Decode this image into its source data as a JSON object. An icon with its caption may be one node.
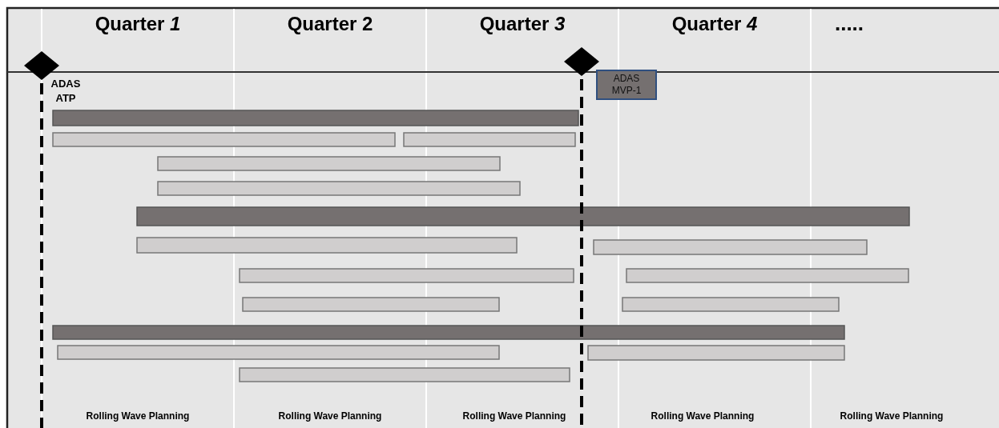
{
  "diagram": {
    "nodes": [
      {
        "text": [
          "ADAS MVP-1"
        ]
      },
      {
        "text": [],
        "shape": "bar"
      },
      {
        "text": [],
        "shape": "bar"
      },
      {
        "text": [],
        "shape": "bar"
      },
      {
        "text": [],
        "shape": "bar"
      },
      {
        "text": [],
        "shape": "bar"
      },
      {
        "text": [],
        "shape": "bar"
      },
      {
        "text": [],
        "shape": "bar"
      },
      {
        "text": [],
        "shape": "bar"
      },
      {
        "text": [],
        "shape": "bar"
      },
      {
        "text": [],
        "shape": "bar"
      },
      {
        "text": [],
        "shape": "bar"
      },
      {
        "text": [],
        "shape": "bar"
      },
      {
        "text": [],
        "shape": "bar"
      },
      {
        "text": [],
        "shape": "bar"
      },
      {
        "text": [],
        "shape": "bar"
      },
      {
        "text": [],
        "shape": "bar"
      }
    ],
    "edges": [],
    "labels": [
      "Quarter *1*",
      "Quarter 2",
      "Quarter *3*",
      "Quarter *4*",
      ".....",
      "ADAS ATP",
      "Rolling Wave Planning",
      "Rolling Wave Planning",
      "Rolling Wave Planning",
      "Rolling Wave Planning",
      "Rolling Wave Planning"
    ]
  }
}
